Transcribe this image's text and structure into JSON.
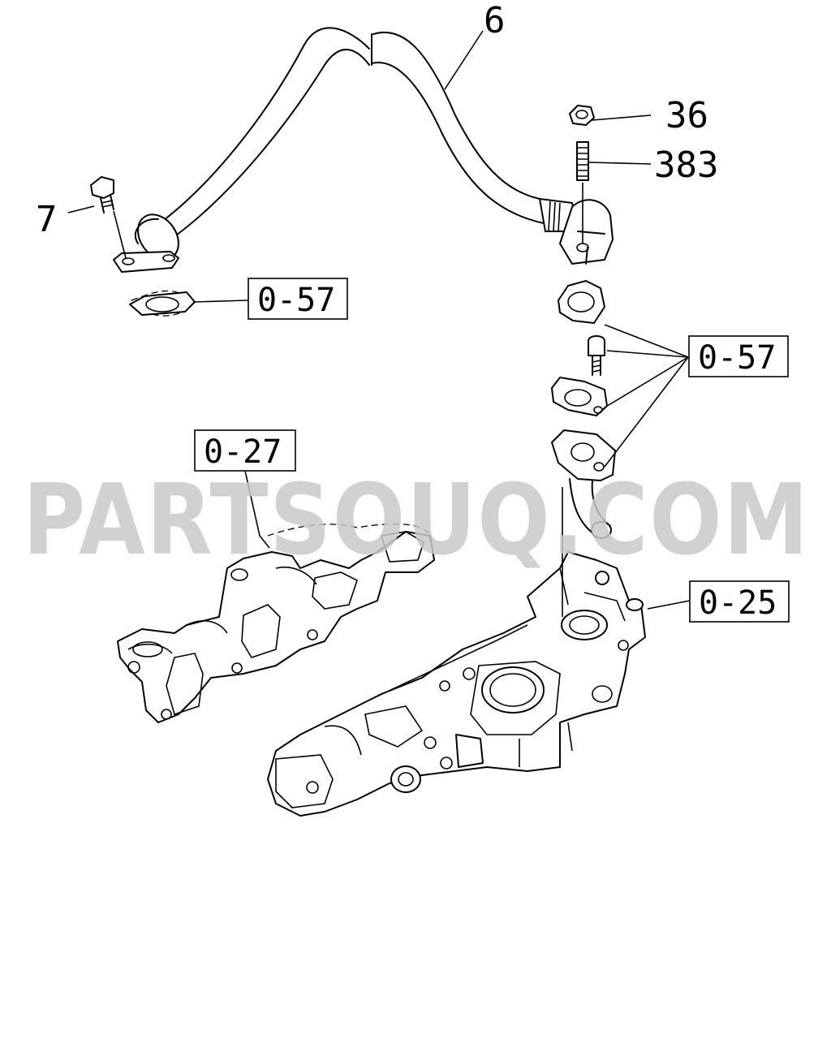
{
  "watermark": "PARTSOUQ.COM",
  "callouts": {
    "pipe": "6",
    "nut": "36",
    "stud": "383",
    "bolt": "7"
  },
  "references": {
    "gasket_left": "0-57",
    "gasket_right": "0-57",
    "exhaust_manifold": "0-27",
    "intake_manifold": "0-25"
  }
}
